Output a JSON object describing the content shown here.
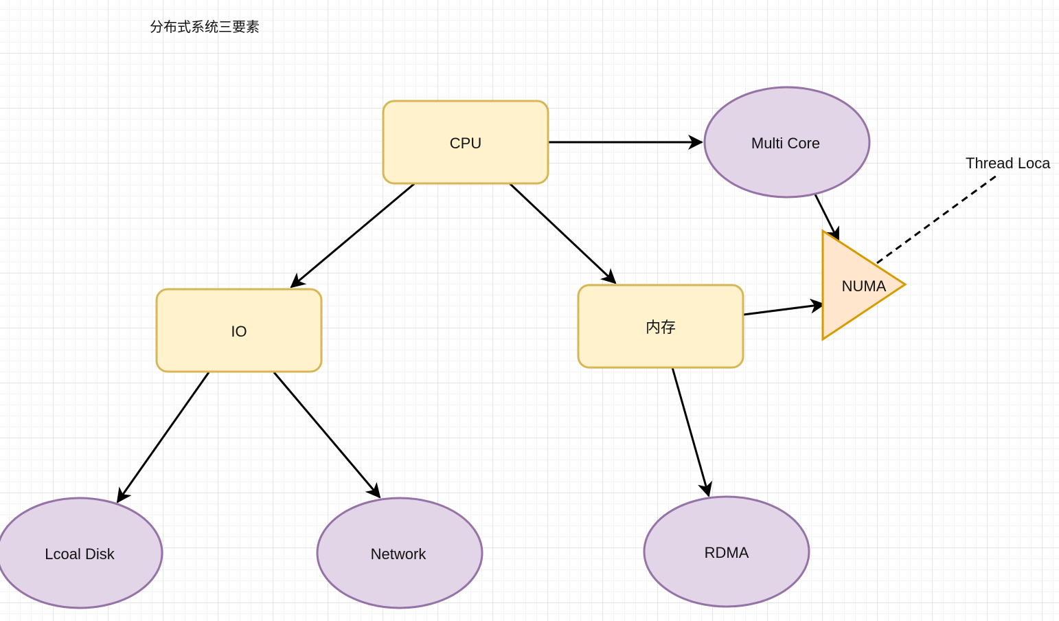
{
  "diagram": {
    "title": "分布式系统三要素",
    "nodes": {
      "cpu": {
        "label": "CPU",
        "shape": "rounded-rect"
      },
      "io": {
        "label": "IO",
        "shape": "rounded-rect"
      },
      "memory": {
        "label": "内存",
        "shape": "rounded-rect"
      },
      "multi_core": {
        "label": "Multi Core",
        "shape": "ellipse"
      },
      "numa": {
        "label": "NUMA",
        "shape": "triangle"
      },
      "local_disk": {
        "label": "Lcoal Disk",
        "shape": "ellipse"
      },
      "network": {
        "label": "Network",
        "shape": "ellipse"
      },
      "rdma": {
        "label": "RDMA",
        "shape": "ellipse"
      }
    },
    "note": {
      "label": "Thread Loca"
    },
    "edges": [
      {
        "from": "CPU",
        "to": "Multi Core",
        "style": "solid-arrow"
      },
      {
        "from": "CPU",
        "to": "IO",
        "style": "solid-arrow"
      },
      {
        "from": "CPU",
        "to": "内存",
        "style": "solid-arrow"
      },
      {
        "from": "Multi Core",
        "to": "NUMA",
        "style": "solid-arrow"
      },
      {
        "from": "内存",
        "to": "NUMA",
        "style": "solid-arrow"
      },
      {
        "from": "IO",
        "to": "Lcoal Disk",
        "style": "solid-arrow"
      },
      {
        "from": "IO",
        "to": "Network",
        "style": "solid-arrow"
      },
      {
        "from": "内存",
        "to": "RDMA",
        "style": "solid-arrow"
      },
      {
        "from": "NUMA",
        "to": "Thread Loca",
        "style": "dashed-line"
      }
    ],
    "colors": {
      "rect_fill": "#fff2cc",
      "rect_stroke": "#d6b656",
      "ellipse_fill": "#e1d5e7",
      "ellipse_stroke": "#9673a6",
      "triangle_fill": "#ffe6cc",
      "triangle_stroke": "#d79b00",
      "edge": "#000000"
    }
  }
}
